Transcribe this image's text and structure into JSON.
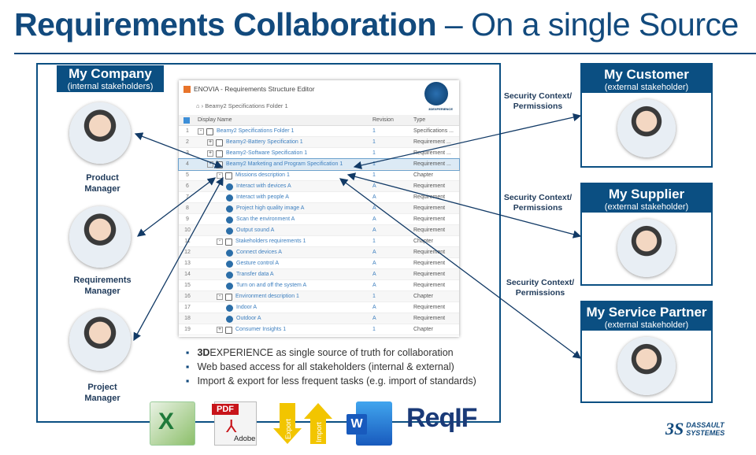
{
  "title": {
    "bold": "Requirements Collaboration",
    "rest": " – On a single Source"
  },
  "company": {
    "title": "My Company",
    "subtitle": "(internal stakeholders)",
    "people": [
      "Product\nManager",
      "Requirements\nManager",
      "Project\nManager"
    ]
  },
  "partners": [
    {
      "title": "My Customer",
      "subtitle": "(external stakeholder)"
    },
    {
      "title": "My Supplier",
      "subtitle": "(external stakeholder)"
    },
    {
      "title": "My Service Partner",
      "subtitle": "(external stakeholder)"
    }
  ],
  "security_label": "Security Context/\nPermissions",
  "editor": {
    "title": "ENOVIA - Requirements Structure Editor",
    "breadcrumb": "Beamy2 Specifications Folder 1",
    "logo_text": "3DEXPERIENCE",
    "columns": [
      "Display Name",
      "Revision",
      "Type"
    ],
    "rows": [
      {
        "n": "1",
        "name": "Beamy2 Specifications Folder 1",
        "rev": "1",
        "type": "Specifications ...",
        "lvl": 0,
        "exp": "-",
        "icon": "folder"
      },
      {
        "n": "2",
        "name": "Beamy2-Battery Specification 1",
        "rev": "1",
        "type": "Requirement ...",
        "lvl": 1,
        "exp": "+",
        "icon": "spec"
      },
      {
        "n": "3",
        "name": "Beamy2-Software Specification 1",
        "rev": "1",
        "type": "Requirement ...",
        "lvl": 1,
        "exp": "+",
        "icon": "spec"
      },
      {
        "n": "4",
        "name": "Beamy2 Marketing and Program Specification 1",
        "rev": "1",
        "type": "Requirement ...",
        "lvl": 1,
        "exp": "-",
        "icon": "spec",
        "sel": true
      },
      {
        "n": "5",
        "name": "Missions description 1",
        "rev": "1",
        "type": "Chapter",
        "lvl": 2,
        "exp": "-",
        "icon": "chapter"
      },
      {
        "n": "6",
        "name": "Interact with devices A",
        "rev": "A",
        "type": "Requirement",
        "lvl": 3,
        "icon": "req"
      },
      {
        "n": "7",
        "name": "Interact with people A",
        "rev": "A",
        "type": "Requirement",
        "lvl": 3,
        "icon": "req"
      },
      {
        "n": "8",
        "name": "Project high quality image A",
        "rev": "A",
        "type": "Requirement",
        "lvl": 3,
        "icon": "req"
      },
      {
        "n": "9",
        "name": "Scan the environment A",
        "rev": "A",
        "type": "Requirement",
        "lvl": 3,
        "icon": "req"
      },
      {
        "n": "10",
        "name": "Output sound A",
        "rev": "A",
        "type": "Requirement",
        "lvl": 3,
        "icon": "req"
      },
      {
        "n": "11",
        "name": "Stakeholders requirements 1",
        "rev": "1",
        "type": "Chapter",
        "lvl": 2,
        "exp": "-",
        "icon": "chapter"
      },
      {
        "n": "12",
        "name": "Connect devices A",
        "rev": "A",
        "type": "Requirement",
        "lvl": 3,
        "icon": "req"
      },
      {
        "n": "13",
        "name": "Gesture control A",
        "rev": "A",
        "type": "Requirement",
        "lvl": 3,
        "icon": "req"
      },
      {
        "n": "14",
        "name": "Transfer data A",
        "rev": "A",
        "type": "Requirement",
        "lvl": 3,
        "icon": "req"
      },
      {
        "n": "15",
        "name": "Turn on and off the system A",
        "rev": "A",
        "type": "Requirement",
        "lvl": 3,
        "icon": "req"
      },
      {
        "n": "16",
        "name": "Environment description 1",
        "rev": "1",
        "type": "Chapter",
        "lvl": 2,
        "exp": "-",
        "icon": "chapter"
      },
      {
        "n": "17",
        "name": "Indoor A",
        "rev": "A",
        "type": "Requirement",
        "lvl": 3,
        "icon": "req"
      },
      {
        "n": "18",
        "name": "Outdoor A",
        "rev": "A",
        "type": "Requirement",
        "lvl": 3,
        "icon": "req"
      },
      {
        "n": "19",
        "name": "Consumer Insights 1",
        "rev": "1",
        "type": "Chapter",
        "lvl": 2,
        "exp": "+",
        "icon": "chapter"
      }
    ]
  },
  "bullets": [
    {
      "bold": "3D",
      "text": "EXPERIENCE as single source of truth for collaboration"
    },
    {
      "text": "Web based access for all stakeholders (internal & external)"
    },
    {
      "text": "Import & export for less frequent tasks (e.g. import of standards)"
    }
  ],
  "logos": {
    "pdf": "PDF",
    "adobe": "Adobe",
    "export": "Export",
    "import": "Import",
    "word": "W",
    "reqif": "ReqIF",
    "excel": "X"
  },
  "brand": [
    "DASSAULT",
    "SYSTEMES"
  ],
  "colors": {
    "navy": "#0b4f82",
    "link": "#3d7fbf",
    "arrow_yellow": "#f2c500"
  }
}
